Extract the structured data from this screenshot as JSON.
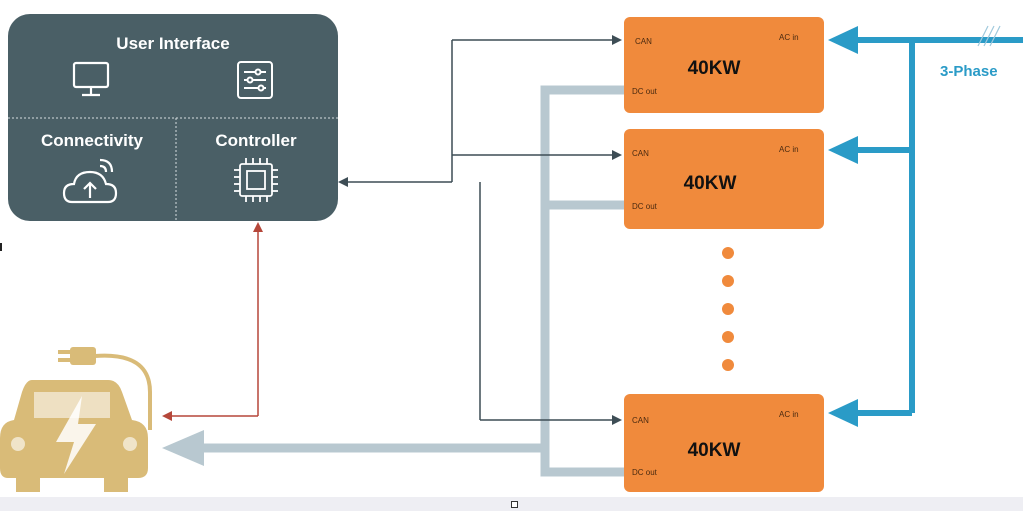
{
  "panel": {
    "user_interface": "User Interface",
    "connectivity": "Connectivity",
    "controller": "Controller"
  },
  "modules": [
    {
      "can_label": "CAN",
      "ac_label": "AC in",
      "dc_label": "DC out",
      "power": "40KW"
    },
    {
      "can_label": "CAN",
      "ac_label": "AC in",
      "dc_label": "DC out",
      "power": "40KW"
    },
    {
      "can_label": "CAN",
      "ac_label": "AC in",
      "dc_label": "DC out",
      "power": "40KW"
    }
  ],
  "ellipsis_dots": 5,
  "supply": {
    "label": "3-Phase"
  },
  "icons": [
    "monitor-icon",
    "sliders-icon",
    "cloud-upload-icon",
    "chip-icon",
    "ev-charging-car-icon",
    "plug-icon"
  ],
  "colors": {
    "panel": "#4a5f66",
    "module": "#f08a3c",
    "can_line": "#3d4d55",
    "controller_line": "#b5473a",
    "dc_bus": "#b8c8d0",
    "ac_bus": "#2a9bc7",
    "car": "#d9bb78"
  }
}
